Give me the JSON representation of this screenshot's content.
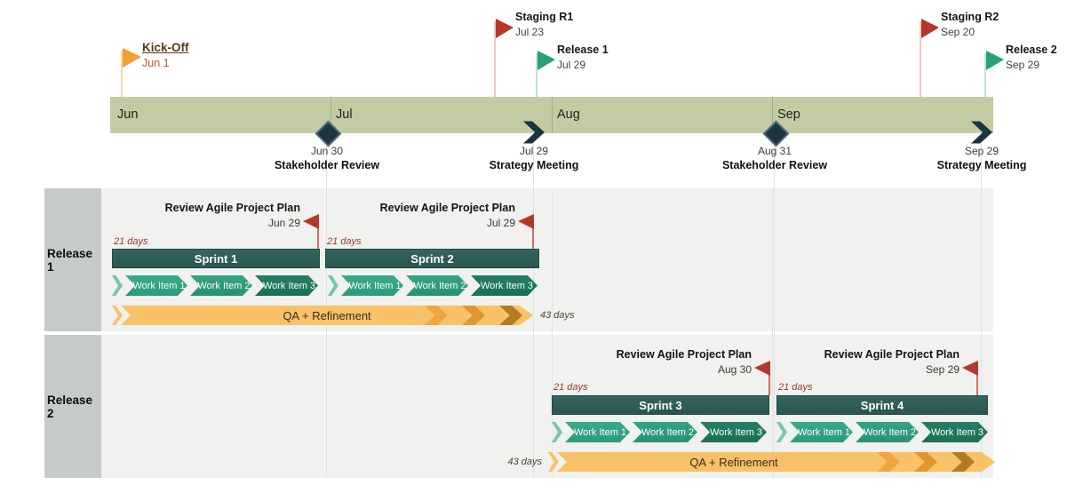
{
  "colors": {
    "band": "#c3cba4",
    "sprint_bar": "#2d5a54",
    "work_item_light": "#2fa284",
    "work_item_dark": "#1e7a62",
    "qa_bar": "#f9c168",
    "qa_chevron_1": "#f0a63c",
    "qa_chevron_2": "#df982e",
    "qa_chevron_3": "#b47b20",
    "flag_orange": "#f0a135",
    "flag_red": "#b5372a",
    "flag_green": "#27a179",
    "marker_navy": "#1b3442",
    "lane_bg": "#f1f1ef",
    "lane_label_bg": "#c7cbc7",
    "duration_21": "#8e3b2c",
    "duration_43": "#4a4231"
  },
  "timeline": {
    "months": [
      "Jun",
      "Jul",
      "Aug",
      "Sep"
    ],
    "top_milestones": [
      {
        "title": "Kick-Off",
        "date": "Jun 1"
      },
      {
        "title": "Staging R1",
        "date": "Jul 23"
      },
      {
        "title": "Release 1",
        "date": "Jul 29"
      },
      {
        "title": "Staging R2",
        "date": "Sep 20"
      },
      {
        "title": "Release 2",
        "date": "Sep 29"
      }
    ],
    "band_milestones": [
      {
        "date": "Jun 30",
        "title": "Stakeholder Review"
      },
      {
        "date": "Jul 29",
        "title": "Strategy Meeting"
      },
      {
        "date": "Aug 31",
        "title": "Stakeholder Review"
      },
      {
        "date": "Sep 29",
        "title": "Strategy Meeting"
      }
    ]
  },
  "lanes": [
    {
      "label": "Release 1",
      "reviews": [
        {
          "title": "Review Agile Project Plan",
          "date": "Jun 29"
        },
        {
          "title": "Review Agile Project Plan",
          "date": "Jul 29"
        }
      ],
      "sprints": [
        {
          "name": "Sprint 1",
          "duration": "21 days"
        },
        {
          "name": "Sprint 2",
          "duration": "21 days"
        }
      ],
      "work_item_groups": [
        {
          "items": [
            "Work Item 1",
            "Work Item 2",
            "Work Item 3"
          ]
        },
        {
          "items": [
            "Work Item 1",
            "Work Item 2",
            "Work Item 3"
          ]
        }
      ],
      "qa": {
        "label": "QA + Refinement",
        "duration": "43 days"
      }
    },
    {
      "label": "Release 2",
      "reviews": [
        {
          "title": "Review Agile Project Plan",
          "date": "Aug 30"
        },
        {
          "title": "Review Agile Project Plan",
          "date": "Sep 29"
        }
      ],
      "sprints": [
        {
          "name": "Sprint 3",
          "duration": "21 days"
        },
        {
          "name": "Sprint 4",
          "duration": "21 days"
        }
      ],
      "work_item_groups": [
        {
          "items": [
            "Work Item 1",
            "Work Item 2",
            "Work Item 3"
          ]
        },
        {
          "items": [
            "Work Item 1",
            "Work Item 2",
            "Work Item 3"
          ]
        }
      ],
      "qa": {
        "label": "QA + Refinement",
        "duration": "43 days"
      }
    }
  ],
  "chart_data": {
    "type": "gantt",
    "time_axis": {
      "unit": "month",
      "ticks": [
        "Jun",
        "Jul",
        "Aug",
        "Sep"
      ]
    },
    "milestones": [
      {
        "label": "Kick-Off",
        "date": "Jun 1",
        "marker": "flag",
        "color": "#f0a135",
        "row": "timeline-top"
      },
      {
        "label": "Staging R1",
        "date": "Jul 23",
        "marker": "flag",
        "color": "#b5372a",
        "row": "timeline-top"
      },
      {
        "label": "Release 1",
        "date": "Jul 29",
        "marker": "flag",
        "color": "#27a179",
        "row": "timeline-top"
      },
      {
        "label": "Staging R2",
        "date": "Sep 20",
        "marker": "flag",
        "color": "#b5372a",
        "row": "timeline-top"
      },
      {
        "label": "Release 2",
        "date": "Sep 29",
        "marker": "flag",
        "color": "#27a179",
        "row": "timeline-top"
      },
      {
        "label": "Stakeholder Review",
        "date": "Jun 30",
        "marker": "diamond",
        "row": "timeline-band"
      },
      {
        "label": "Strategy Meeting",
        "date": "Jul 29",
        "marker": "chevron",
        "row": "timeline-band"
      },
      {
        "label": "Stakeholder Review",
        "date": "Aug 31",
        "marker": "diamond",
        "row": "timeline-band"
      },
      {
        "label": "Strategy Meeting",
        "date": "Sep 29",
        "marker": "chevron",
        "row": "timeline-band"
      },
      {
        "label": "Review Agile Project Plan",
        "date": "Jun 29",
        "marker": "flag",
        "color": "#b5372a",
        "row": "Release 1"
      },
      {
        "label": "Review Agile Project Plan",
        "date": "Jul 29",
        "marker": "flag",
        "color": "#b5372a",
        "row": "Release 1"
      },
      {
        "label": "Review Agile Project Plan",
        "date": "Aug 30",
        "marker": "flag",
        "color": "#b5372a",
        "row": "Release 2"
      },
      {
        "label": "Review Agile Project Plan",
        "date": "Sep 29",
        "marker": "flag",
        "color": "#b5372a",
        "row": "Release 2"
      }
    ],
    "tasks": [
      {
        "lane": "Release 1",
        "name": "Sprint 1",
        "duration": "21 days",
        "type": "bar"
      },
      {
        "lane": "Release 1",
        "name": "Sprint 2",
        "duration": "21 days",
        "type": "bar"
      },
      {
        "lane": "Release 1",
        "name": "Work Item 1 / Work Item 2 / Work Item 3",
        "under": "Sprint 1",
        "type": "chevron-sequence"
      },
      {
        "lane": "Release 1",
        "name": "Work Item 1 / Work Item 2 / Work Item 3",
        "under": "Sprint 2",
        "type": "chevron-sequence"
      },
      {
        "lane": "Release 1",
        "name": "QA + Refinement",
        "duration": "43 days",
        "type": "arrow-bar"
      },
      {
        "lane": "Release 2",
        "name": "Sprint 3",
        "duration": "21 days",
        "type": "bar"
      },
      {
        "lane": "Release 2",
        "name": "Sprint 4",
        "duration": "21 days",
        "type": "bar"
      },
      {
        "lane": "Release 2",
        "name": "Work Item 1 / Work Item 2 / Work Item 3",
        "under": "Sprint 3",
        "type": "chevron-sequence"
      },
      {
        "lane": "Release 2",
        "name": "Work Item 1 / Work Item 2 / Work Item 3",
        "under": "Sprint 4",
        "type": "chevron-sequence"
      },
      {
        "lane": "Release 2",
        "name": "QA + Refinement",
        "duration": "43 days",
        "type": "arrow-bar"
      }
    ],
    "lanes": [
      "Release 1",
      "Release 2"
    ],
    "legend": "none",
    "grid": "light vertical month lines and milestone guide lines"
  }
}
